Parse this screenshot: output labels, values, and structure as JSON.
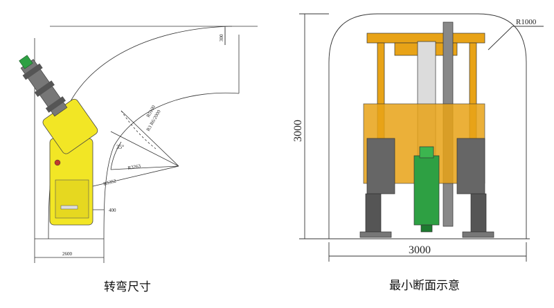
{
  "left_figure": {
    "caption": "转弯尺寸",
    "dims": {
      "top": "300",
      "r5100": "R5100",
      "r_inner": "R3 R6/2000",
      "angle": "35°",
      "r3263": "R3263",
      "r5352": "R5352",
      "offset": "400",
      "width": "2600"
    }
  },
  "right_figure": {
    "caption": "最小断面示意",
    "dims": {
      "radius": "R1000",
      "height": "3000",
      "width": "3000"
    }
  },
  "colors": {
    "machine_yellow": "#f2e625",
    "machine_orange": "#e8a317",
    "drill_green": "#2ea043",
    "line": "#333333"
  }
}
